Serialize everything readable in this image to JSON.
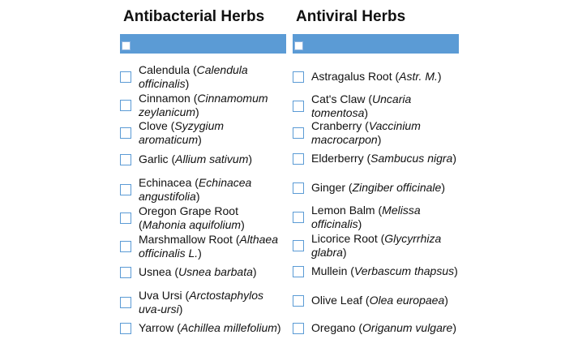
{
  "columns": [
    {
      "heading": "Antibacterial Herbs",
      "items": [
        {
          "common": "Calendula",
          "latin": "Calendula officinalis"
        },
        {
          "common": "Cinnamon",
          "latin": "Cinnamomum zeylanicum"
        },
        {
          "common": "Clove",
          "latin": "Syzygium aromaticum"
        },
        {
          "common": "Garlic",
          "latin": "Allium sativum"
        },
        {
          "common": "Echinacea",
          "latin": "Echinacea angustifolia"
        },
        {
          "common": "Oregon Grape Root",
          "latin": "Mahonia aquifolium"
        },
        {
          "common": "Marshmallow Root",
          "latin": "Althaea officinalis L."
        },
        {
          "common": "Usnea",
          "latin": "Usnea barbata"
        },
        {
          "common": "Uva Ursi",
          "latin": "Arctostaphylos uva-ursi"
        },
        {
          "common": "Yarrow",
          "latin": "Achillea millefolium"
        }
      ]
    },
    {
      "heading": "Antiviral Herbs",
      "items": [
        {
          "common": "Astragalus Root",
          "latin": "Astr. M."
        },
        {
          "common": "Cat's Claw",
          "latin": "Uncaria tomentosa"
        },
        {
          "common": "Cranberry",
          "latin": "Vaccinium macrocarpon"
        },
        {
          "common": "Elderberry",
          "latin": "Sambucus nigra"
        },
        {
          "common": "Ginger",
          "latin": "Zingiber officinale"
        },
        {
          "common": "Lemon Balm",
          "latin": "Melissa officinalis"
        },
        {
          "common": "Licorice Root",
          "latin": "Glycyrrhiza glabra"
        },
        {
          "common": "Mullein",
          "latin": "Verbascum thapsus"
        },
        {
          "common": "Olive Leaf",
          "latin": "Olea europaea"
        },
        {
          "common": "Oregano",
          "latin": "Origanum vulgare"
        }
      ]
    }
  ],
  "colors": {
    "bar": "#5b9bd5",
    "checkbox_border": "#5b9bd5"
  }
}
